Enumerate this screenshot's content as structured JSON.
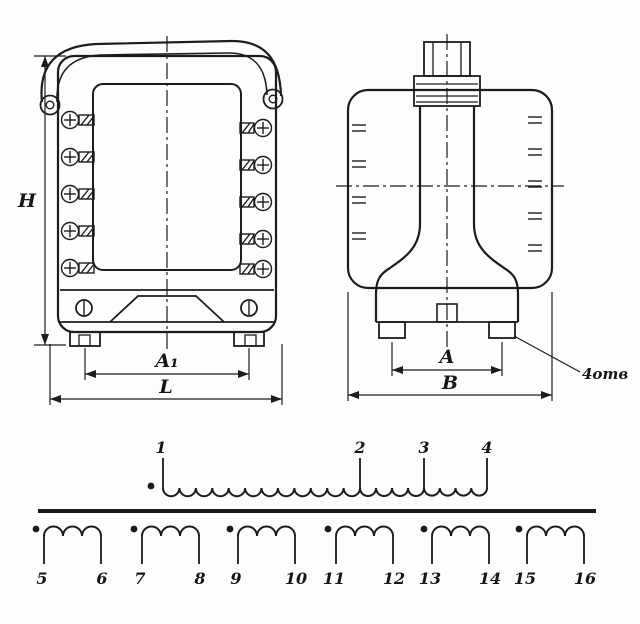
{
  "front_view": {
    "dim_height": "H",
    "dim_feet_span": "A₁",
    "dim_length": "L"
  },
  "side_view": {
    "dim_feet_span": "A",
    "dim_width": "B",
    "holes_note": "4отв"
  },
  "schematic": {
    "primary_terminals": [
      "1",
      "2",
      "3",
      "4"
    ],
    "secondary_terminals": [
      "5",
      "6",
      "7",
      "8",
      "9",
      "10",
      "11",
      "12",
      "13",
      "14",
      "15",
      "16"
    ]
  }
}
